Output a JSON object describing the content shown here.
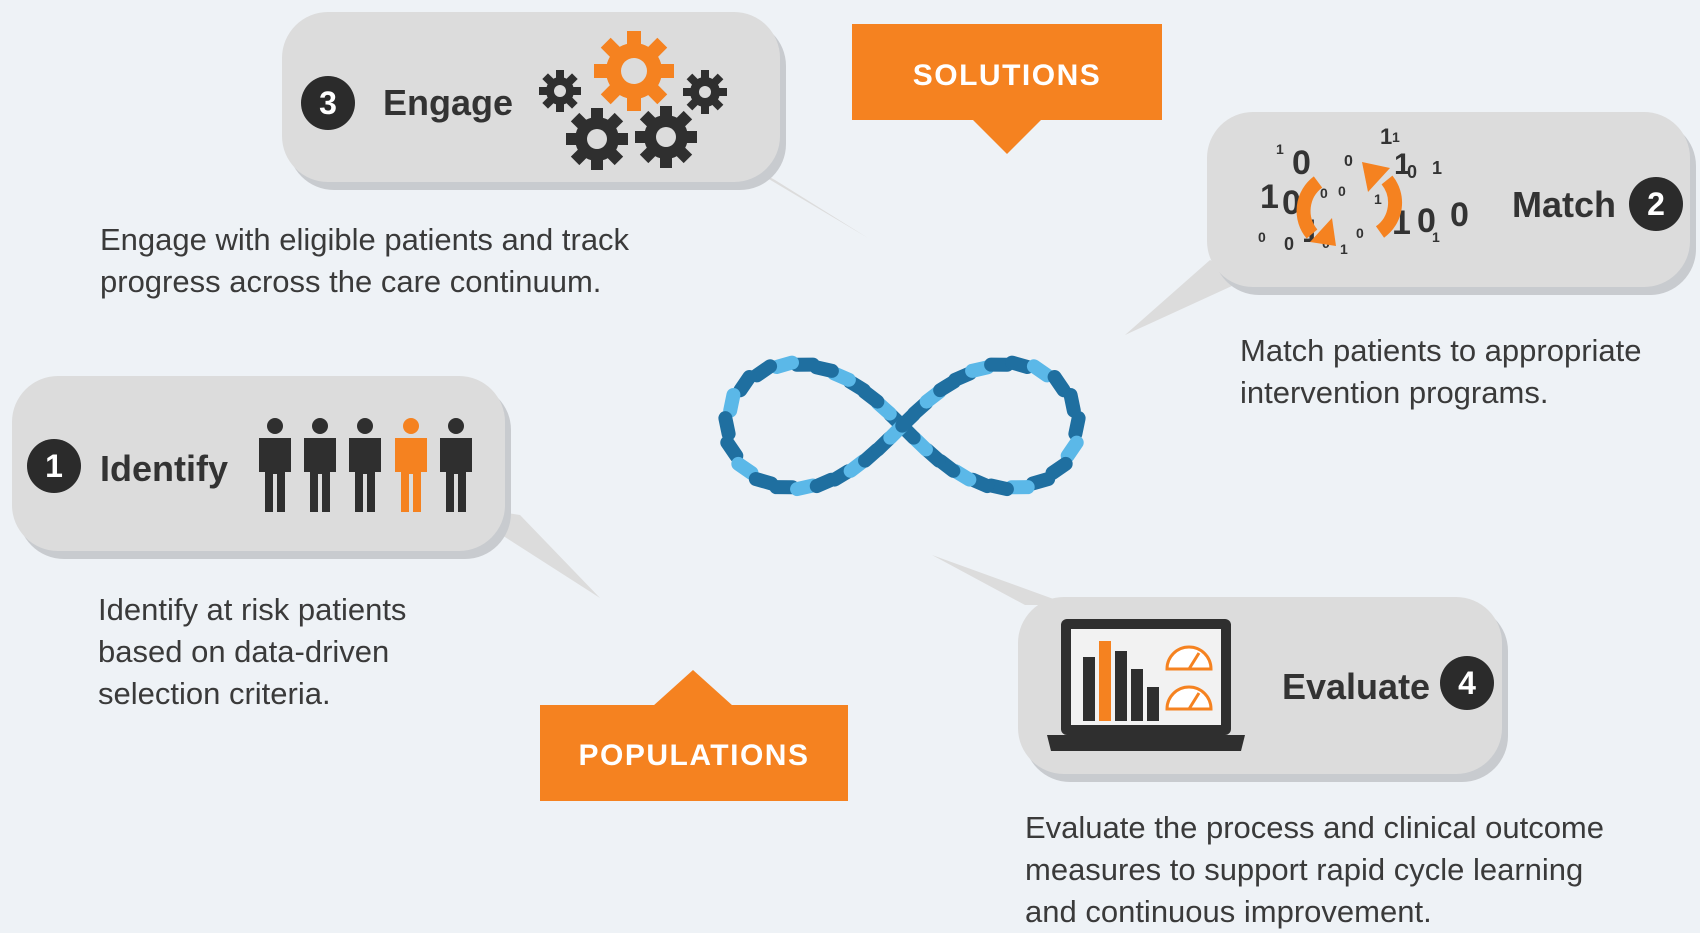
{
  "steps": {
    "identify": {
      "number": "1",
      "label": "Identify",
      "description": [
        "Identify at risk patients",
        "based on data-driven",
        "selection criteria."
      ]
    },
    "match": {
      "number": "2",
      "label": "Match",
      "description": [
        "Match patients to appropriate",
        "intervention programs."
      ]
    },
    "engage": {
      "number": "3",
      "label": "Engage",
      "description": [
        "Engage with eligible patients and track",
        "progress across the care continuum."
      ]
    },
    "evaluate": {
      "number": "4",
      "label": "Evaluate",
      "description": [
        "Evaluate the process and clinical outcome",
        "measures to support rapid cycle learning",
        "and continuous improvement."
      ]
    }
  },
  "tags": {
    "solutions": "SOLUTIONS",
    "populations": "POPULATIONS"
  },
  "binary_digits": [
    "1",
    "0",
    "0",
    "1",
    "1",
    "1",
    "0",
    "1",
    "1",
    "0",
    "0",
    "0",
    "1",
    "0",
    "0",
    "0",
    "1",
    "0",
    "1",
    "0",
    "1",
    "0",
    "1",
    "0"
  ],
  "icons": {
    "identify": "people-group-icon",
    "match": "binary-refresh-icon",
    "engage": "gears-icon",
    "evaluate": "laptop-dashboard-icon",
    "center": "infinity-loop-icon"
  },
  "colors": {
    "orange": "#f58220",
    "dark_blue": "#1f6fa0",
    "light_blue": "#5bb8e8",
    "bubble_gray": "#dcdcdc",
    "badge_dark": "#2b2b2b"
  }
}
